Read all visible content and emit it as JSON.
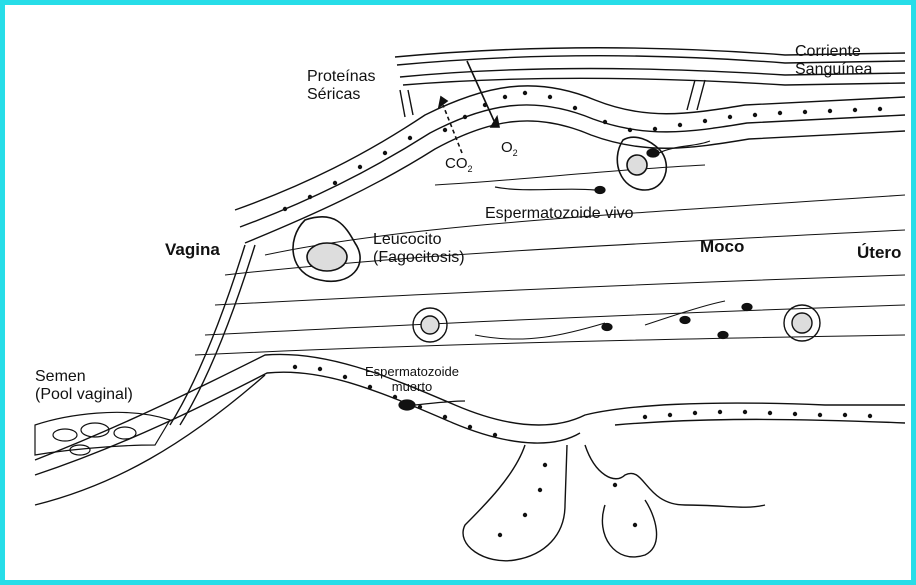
{
  "labels": {
    "corriente_1": "Corriente",
    "corriente_2": "Sanguínea",
    "proteinas_1": "Proteínas",
    "proteinas_2": "Séricas",
    "o2_base": "O",
    "o2_sub": "2",
    "co2_base": "CO",
    "co2_sub": "2",
    "esperm_vivo": "Espermatozoide vivo",
    "utero": "Útero",
    "vagina": "Vagina",
    "leucocito_1": "Leucocito",
    "leucocito_2": "(Fagocitosis)",
    "moco": "Moco",
    "semen_1": "Semen",
    "semen_2": "(Pool vaginal)",
    "esperm_muerto_1": "Espermatozoide",
    "esperm_muerto_2": "muerto"
  },
  "colors": {
    "border": "#27dde8",
    "ink": "#111111"
  }
}
